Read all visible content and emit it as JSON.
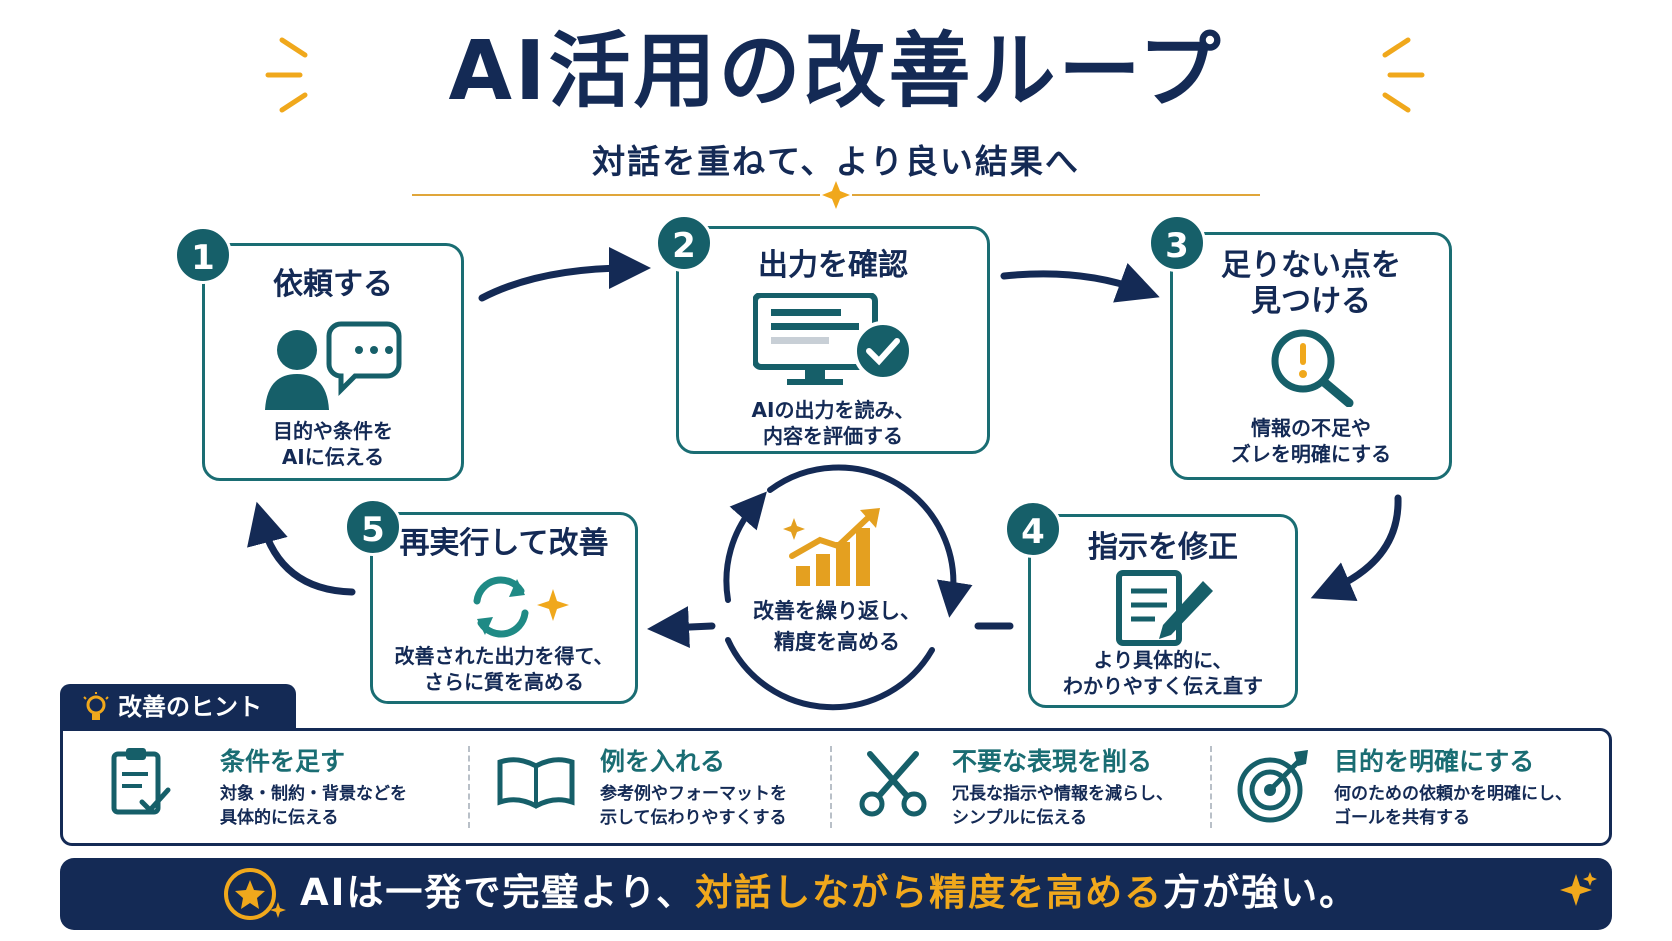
{
  "title": "AI活用の改善ループ",
  "subtitle": "対話を重ねて、より良い結果へ",
  "colors": {
    "navy": "#142a55",
    "teal": "#1a6d73",
    "gold": "#f0a81c"
  },
  "steps": [
    {
      "number": "1",
      "title": "依頼する",
      "desc_line1": "目的や条件を",
      "desc_line2": "AIに伝える",
      "icon": "person-chat-icon"
    },
    {
      "number": "2",
      "title": "出力を確認",
      "desc_line1": "AIの出力を読み、",
      "desc_line2": "内容を評価する",
      "icon": "monitor-check-icon"
    },
    {
      "number": "3",
      "title_line1": "足りない点を",
      "title_line2": "見つける",
      "desc_line1": "情報の不足や",
      "desc_line2": "ズレを明確にする",
      "icon": "magnifier-alert-icon"
    },
    {
      "number": "4",
      "title": "指示を修正",
      "desc_line1": "より具体的に、",
      "desc_line2": "わかりやすく伝え直す",
      "icon": "document-edit-icon"
    },
    {
      "number": "5",
      "title": "再実行して改善",
      "desc_line1": "改善された出力を得て、",
      "desc_line2": "さらに質を高める",
      "icon": "refresh-sparkle-icon"
    }
  ],
  "center": {
    "line1": "改善を繰り返し、",
    "line2": "精度を高める",
    "icon": "growth-chart-icon"
  },
  "hints": {
    "label": "改善のヒント",
    "items": [
      {
        "title": "条件を足す",
        "desc_line1": "対象・制約・背景などを",
        "desc_line2": "具体的に伝える",
        "icon": "clipboard-check-icon"
      },
      {
        "title": "例を入れる",
        "desc_line1": "参考例やフォーマットを",
        "desc_line2": "示して伝わりやすくする",
        "icon": "open-book-icon"
      },
      {
        "title": "不要な表現を削る",
        "desc_line1": "冗長な指示や情報を減らし、",
        "desc_line2": "シンプルに伝える",
        "icon": "scissors-icon"
      },
      {
        "title": "目的を明確にする",
        "desc_line1": "何のための依頼かを明確にし、",
        "desc_line2": "ゴールを共有する",
        "icon": "target-arrow-icon"
      }
    ]
  },
  "banner": {
    "part1": "AIは一発で完璧より、",
    "highlight": "対話しながら精度を高める",
    "part2": "方が強い。"
  }
}
